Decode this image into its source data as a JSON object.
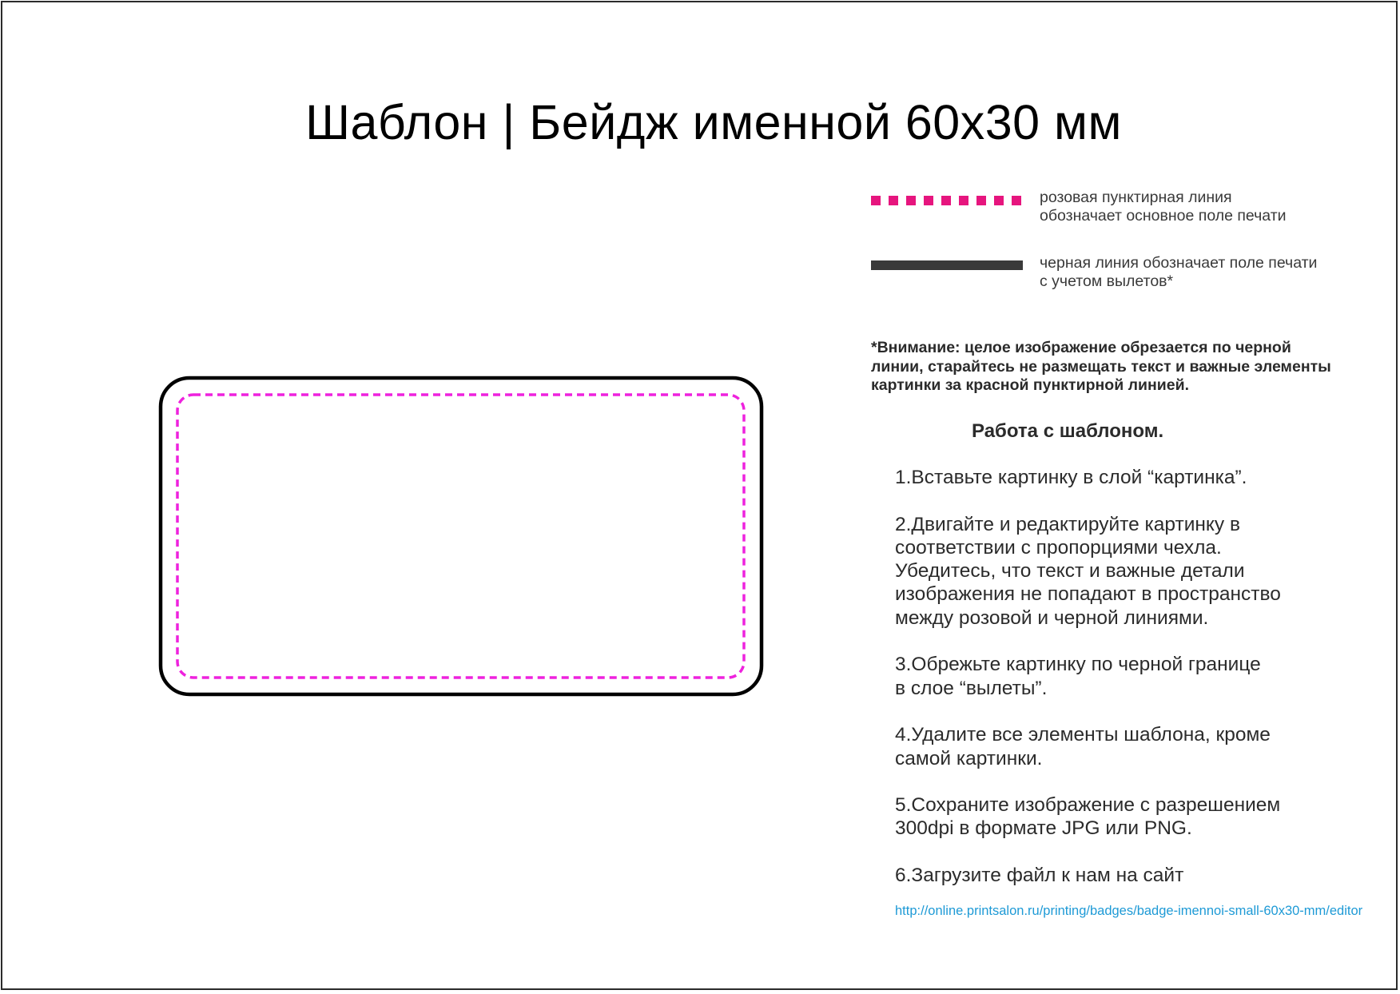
{
  "page": {
    "title": "Шаблон | Бейдж именной 60х30 мм"
  },
  "colors": {
    "safe_zone_line": "#e6157e",
    "template_safe_zone": "#ee22dd",
    "bleed_line": "#3a3a3a",
    "cut_outline": "#000000",
    "link": "#1e9ad6",
    "text": "#2b2b2b"
  },
  "legend": {
    "items": [
      {
        "line_style": "pink-dashed",
        "text": "розовая пунктирная линия\nобозначает основное поле печати"
      },
      {
        "line_style": "black-solid",
        "text": "черная линия обозначает поле печати\nс учетом вылетов*"
      }
    ]
  },
  "attention": {
    "text": "*Внимание: целое изображение обрезается по черной\nлинии, старайтесь не размещать текст и важные элементы\nкартинки за красной пунктирной линией."
  },
  "instructions": {
    "title": "Работа с шаблоном.",
    "steps": [
      "1.Вставьте картинку в слой “картинка”.",
      "2.Двигайте и редактируйте картинку в\nсоответствии с пропорциями чехла.\nУбедитесь, что текст и важные детали\nизображения не попадают в пространство\nмежду розовой и черной линиями.",
      "3.Обрежьте картинку по черной границе\nв слое “вылеты”.",
      "4.Удалите все элементы шаблона, кроме\nсамой картинки.",
      "5.Сохраните изображение с разрешением\n300dpi в формате JPG или PNG.",
      "6.Загрузите файл к нам на сайт"
    ],
    "link": "http://online.printsalon.ru/printing/badges/badge-imennoi-small-60x30-mm/editor"
  }
}
